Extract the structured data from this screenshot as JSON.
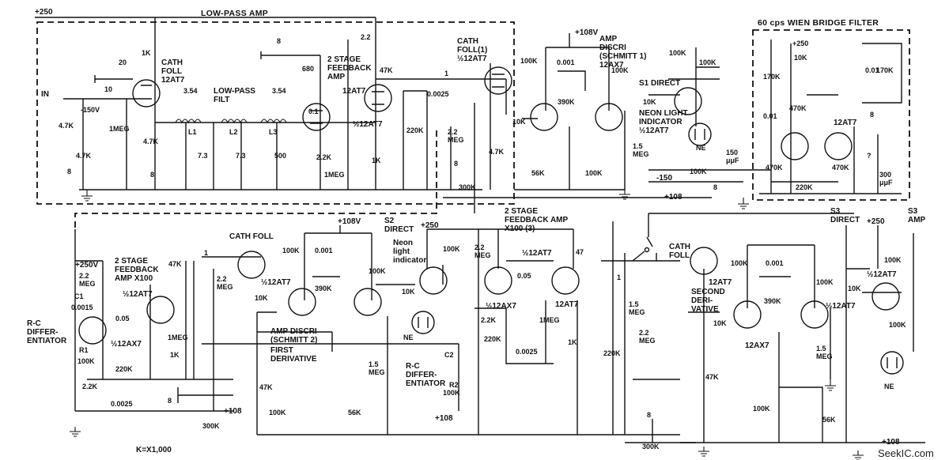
{
  "labels": {
    "plus250_top": "+250",
    "low_pass_amp": "LOW-PASS AMP",
    "in": "IN",
    "minus150v": "-150V",
    "r_4_7k_a": "4.7K",
    "r_4_7k_b": "4.7K",
    "r_4_7k_c": "4.7K",
    "imeg_a": "1MEG",
    "cap8_a": "8",
    "cap8_b": "8",
    "cap20": "20",
    "cap10": "10",
    "r1k_top": "1K",
    "cath_foll_a": "CATH\nFOLL\n12AT7",
    "lowpass_filt": "LOW-PASS\nFILT",
    "l1": "L1",
    "l2": "L2",
    "l3": "L3",
    "h354_a": "3.54",
    "h354_b": "3.54",
    "c73_a": "7.3",
    "c73_b": "7.3",
    "r500": "500",
    "cap8_c": "8",
    "r680": "680",
    "two_stage_fb": "2 STAGE\nFEEDBACK\nAMP",
    "tube_12at7_a": "12AT7",
    "cap01": "0.1",
    "half12at7_a": "½12AT7",
    "r22k_a": "2.2K",
    "imeg_b": "1MEG",
    "r2_2": "2.2",
    "r47k_a": "47K",
    "r220k_a": "220K",
    "r1k_b": "1K",
    "cath_foll_1": "CATH\nFOLL(1)\n½12AT7",
    "cap1_a": "1",
    "cap00025_a": "0.0025",
    "r22meg_a": "2.2\nMEG",
    "cap8_d": "8",
    "r4_7k_d": "4.7K",
    "r300k_a": "300K",
    "plus108v_a": "+108V",
    "amp_discri_1": "AMP\nDISCRI\n(SCHMITT 1)\n12AX7",
    "r100k_a": "100K",
    "cap0001_a": "0.001",
    "r390k_a": "390K",
    "r100k_b": "100K",
    "r10k_a": "10K",
    "r56k_a": "56K",
    "r100k_c": "100K",
    "r1_5meg_a": "1.5\nMEG",
    "s1_direct": "S1 DIRECT",
    "r10k_b": "10K",
    "neon_ind_1": "NEON LIGHT\nINDICATOR\n½12AT7",
    "r100k_d": "100K",
    "r100k_e": "100K",
    "ne_a": "NE",
    "minus150": "-150",
    "r100k_f": "100K",
    "cap8_e": "8",
    "plus108_a": "+108",
    "wien_title": "60 cps WIEN BRIDGE FILTER",
    "plus250_w": "+250",
    "r10k_w": "10K",
    "r170k_a": "170K",
    "cap001_w": "0.01",
    "r170k_b": "170K",
    "cap001_w2": "0.01",
    "r470k_a": "470K",
    "r470k_b": "470K",
    "r470k_c": "470K",
    "r220k_w": "220K",
    "tube_12at7_w": "12AT7",
    "cap8_w": "8",
    "cap150": "150\nμμF",
    "cap300": "300\nμμF",
    "q_mark": "?",
    "plus250v_b": "+250V",
    "r2_2meg_b": "2.2\nMEG",
    "c1": "C1",
    "cap00015": "0.0015",
    "two_stage_fb_x100": "2 STAGE\nFEEDBACK\nAMP X100",
    "rc_diff_1": "R-C\nDIFFER-\nENTIATOR",
    "r1": "R1",
    "r100k_g": "100K",
    "r2_2k_b": "2.2K",
    "r220k_b": "220K",
    "cap00025_b": "0.0025",
    "half12at7_b": "½12AT7",
    "half12ax7_a": "½12AX7",
    "cap005_a": "0.05",
    "r47k_b": "47K",
    "imeg_c": "1MEG",
    "r1k_c": "1K",
    "cath_foll_b": "CATH FOLL",
    "cap1_b": "1",
    "r2_2meg_c": "2.2\nMEG",
    "cap8_f": "8",
    "r300k_b": "300K",
    "plus108_b": "+108",
    "k_note": "K=X1,000",
    "plus108v_b": "+108V",
    "r100k_h": "100K",
    "cap0001_b": "0.001",
    "r390k_b": "390K",
    "r100k_i": "100K",
    "half12at7_c": "½12AT7",
    "r10k_c": "10K",
    "amp_discri_2": "AMP DISCRI\n(SCHMITT 2)",
    "first_deriv": "FIRST\nDERIVATIVE",
    "r47k_c": "47K",
    "r100k_j": "100K",
    "r56k_b": "56K",
    "plus108_c": "+108",
    "s2_direct": "S2\nDIRECT",
    "neon_ind_2": "Neon\nlight\nindicator",
    "r100k_k": "100K",
    "r10k_d": "10K",
    "ne_b": "NE",
    "r1_5meg_b": "1.5\nMEG",
    "rc_diff_2": "R-C\nDIFFER-\nENTIATOR",
    "c2": "C2",
    "r2": "R2",
    "r100k_l": "100K",
    "plus250_c": "+250",
    "two_stage_fb_3": "2 STAGE\nFEEDBACK AMP\nX100 (3)",
    "r2_2meg_d": "2.2\nMEG",
    "half12at7_d": "½12AT7",
    "r47": "47",
    "cap005_b": "0.05",
    "half12ax7_b": "½12AX7",
    "tube_12at7_b": "12AT7",
    "r2_2k_c": "2.2K",
    "r220k_c": "220K",
    "cap00025_c": "0.0025",
    "imeg_d": "1MEG",
    "r1k_d": "1K",
    "cap1_c": "1",
    "r1_5meg_c": "1.5\nMEG",
    "r220k_d": "220K",
    "r2_2meg_e": "2.2\nMEG",
    "cap8_g": "8",
    "r300k_c": "300K",
    "cath_foll_c": "CATH\nFOLL",
    "tube_12at7_c": "12AT7",
    "second_deriv": "SECOND\nDERI-\nVATIVE",
    "r10k_e": "10K",
    "r100k_m": "100K",
    "cap0001_c": "0.001",
    "r390k_c": "390K",
    "r100k_n": "100K",
    "tube_12ax7": "12AX7",
    "r1_5meg_d": "1.5\nMEG",
    "r47k_d": "47K",
    "r100k_o": "100K",
    "r56k_c": "56K",
    "s3_direct": "S3\nDIRECT",
    "plus250_d": "+250",
    "s3_amp": "S3\nAMP",
    "r100k_p": "100K",
    "half12at7_e": "½12AT7",
    "r10k_f": "10K",
    "half12at7_f": "½12AT7",
    "r100k_q": "100K",
    "ne_c": "NE",
    "plus108_d": "+108"
  },
  "watermark": "SeekIC.com"
}
